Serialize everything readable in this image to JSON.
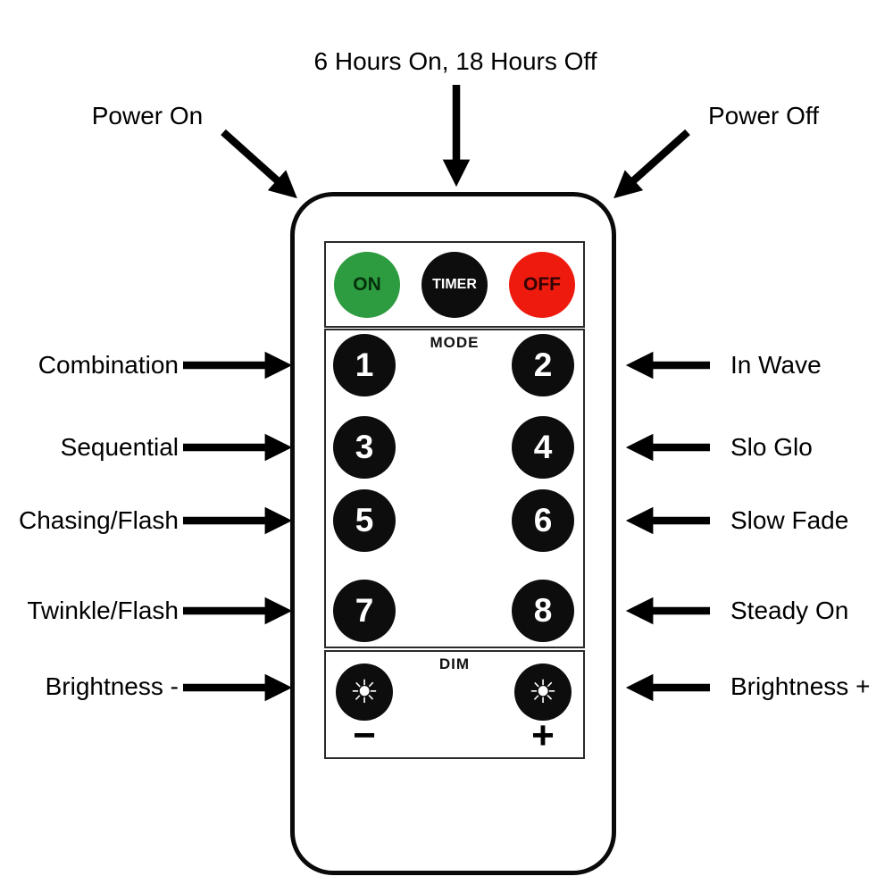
{
  "colors": {
    "on_button": "#2d9b3f",
    "timer_button": "#0d0d0d",
    "off_button": "#ee1a0e"
  },
  "annotations": {
    "top": {
      "power_on": "Power On",
      "timer": "6 Hours On, 18 Hours Off",
      "power_off": "Power Off"
    },
    "left": [
      "Combination",
      "Sequential",
      "Chasing/Flash",
      "Twinkle/Flash",
      "Brightness -"
    ],
    "right": [
      "In Wave",
      "Slo Glo",
      "Slow Fade",
      "Steady On",
      "Brightness +"
    ]
  },
  "remote": {
    "power_buttons": {
      "on": "ON",
      "timer": "TIMER",
      "off": "OFF"
    },
    "mode": {
      "title": "MODE",
      "buttons": [
        "1",
        "2",
        "3",
        "4",
        "5",
        "6",
        "7",
        "8"
      ]
    },
    "dim": {
      "title": "DIM",
      "brightness_icon": "☀",
      "minus": "−",
      "plus": "+"
    }
  }
}
